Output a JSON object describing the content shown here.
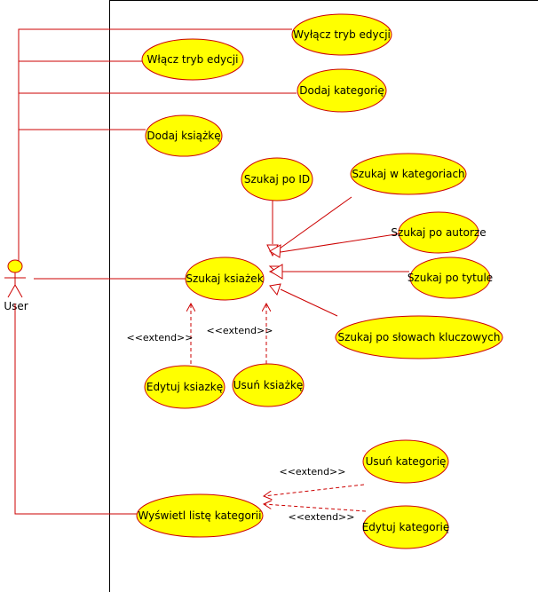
{
  "actor": {
    "label": "User"
  },
  "use_cases": {
    "disable_edit": "Wyłącz tryb edycji",
    "enable_edit": "Włącz tryb edycji",
    "add_category": "Dodaj kategorię",
    "add_book": "Dodaj książkę",
    "search_id": "Szukaj po ID",
    "search_categories": "Szukaj w kategoriach",
    "search_author": "Szukaj po autorze",
    "search_books": "Szukaj ksiażek",
    "search_title": "Szukaj po tytule",
    "search_keywords": "Szukaj po słowach kluczowych",
    "edit_book": "Edytuj ksiazkę",
    "delete_book": "Usuń ksiażkę",
    "delete_category": "Usuń kategorię",
    "show_categories": "Wyświetl listę kategorii",
    "edit_category": "Edytuj kategorię"
  },
  "stereotypes": {
    "extend": "<<extend>>"
  },
  "colors": {
    "ellipse_fill": "#ffff00",
    "stroke": "#cc0000",
    "border": "#000000"
  }
}
